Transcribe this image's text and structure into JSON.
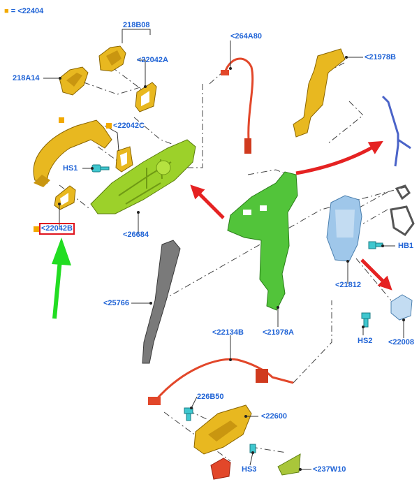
{
  "legend": {
    "marker": "■",
    "text": "= <22404"
  },
  "callouts": {
    "c218B08": "218B08",
    "c218A14": "218A14",
    "c22042A": "<22042A",
    "c22042C": "<22042C",
    "cHS1": "HS1",
    "c22042B": "<22042B",
    "c26684": "<26684",
    "c264A80": "<264A80",
    "c21978B": "<21978B",
    "c25766": "<25766",
    "c21978A": "<21978A",
    "cHB1": "HB1",
    "c21812": "<21812",
    "cHS2": "HS2",
    "c22008": "<22008",
    "c22134B": "<22134B",
    "c226B50": "226B50",
    "c22600": "<22600",
    "cHS3": "HS3",
    "c237W10": "<237W10"
  },
  "colors": {
    "label": "#1f63d6",
    "marker": "#f2a900",
    "highlight_box": "#e0141e",
    "green_arrow": "#22dd22",
    "red_arrow": "#e52222",
    "gold_part": "#e8b820",
    "lime_part": "#9cd12a",
    "green_bracket": "#52c43a",
    "cable": "#e2472a",
    "blue_part": "#9fc7ea",
    "gray_part": "#7a7a7a",
    "cyan_screw": "#3fc7cf",
    "rod": "#4a63c8"
  },
  "icons": [
    "gold-square-marker",
    "green-pointer-arrow",
    "red-flow-arrow"
  ]
}
